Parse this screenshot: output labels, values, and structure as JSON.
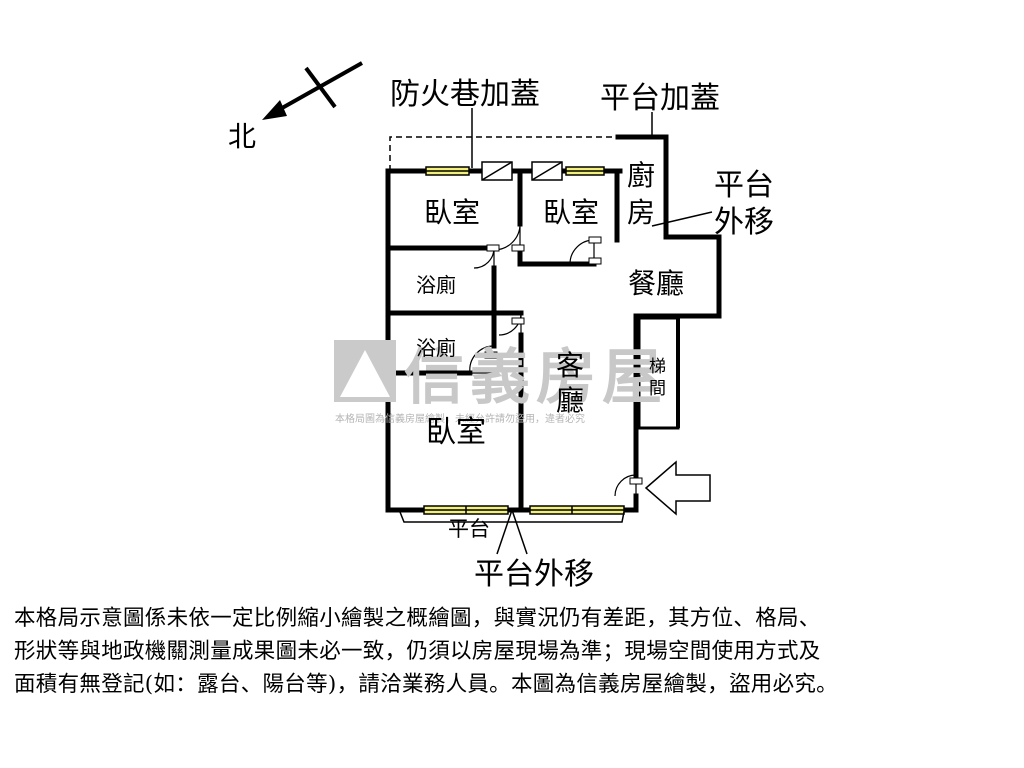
{
  "compass": {
    "north": "北"
  },
  "annotations": {
    "fire_lane": "防火巷加蓋",
    "platform_cover": "平台加蓋",
    "platform_shift_right_1": "平台",
    "platform_shift_right_2": "外移",
    "platform_bottom": "平台",
    "platform_shift_bottom": "平台外移"
  },
  "rooms": {
    "bedroom_1": "臥室",
    "bedroom_2": "臥室",
    "kitchen_1": "廚",
    "kitchen_2": "房",
    "bathroom_1": "浴廁",
    "bathroom_2": "浴廁",
    "dining": "餐廳",
    "stairs_1": "梯",
    "stairs_2": "間",
    "living_1": "客",
    "living_2": "廳",
    "bedroom_3": "臥室"
  },
  "watermark": {
    "brand": "信義房屋",
    "notice": "本格局圖為信義房屋繪製，未經允許請勿盜用，違者必究"
  },
  "disclaimer": [
    "本格局示意圖係未依一定比例縮小繪製之概繪圖，與實況仍有差距，其方位、格局、",
    "形狀等與地政機關測量成果圖未必一致，仍須以房屋現場為準；現場空間使用方式及",
    "面積有無登記(如：露台、陽台等)，請洽業務人員。本圖為信義房屋繪製，盜用必究。"
  ],
  "colors": {
    "wall": "#000000",
    "window": "#f2f07a",
    "watermark": "#c8c8c8"
  }
}
